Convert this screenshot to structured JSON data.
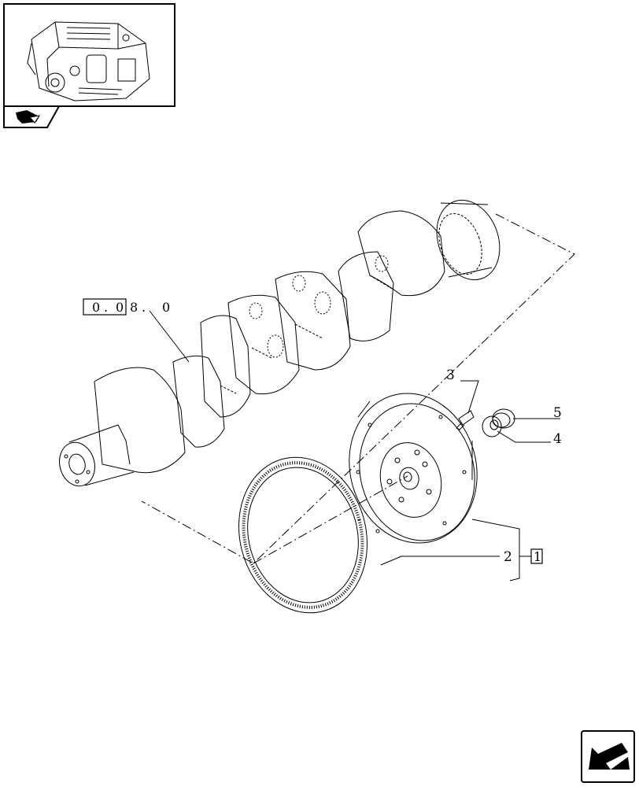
{
  "thumbnail": {
    "icon": "engine-thumbnail"
  },
  "nav": {
    "back_icon": "book-arrow-icon",
    "next_icon": "next-page-arrow-icon"
  },
  "reference": {
    "boxed_digits": [
      "0",
      "0"
    ],
    "separator": ".",
    "digit": "8",
    "suffix": "0"
  },
  "callouts": {
    "item2": "2",
    "item2_box": "1",
    "item3": "3",
    "item4": "4",
    "item5": "5"
  },
  "parts": {
    "crankshaft": "crankshaft-drawing",
    "flywheel": "flywheel-drawing",
    "ring_gear": "ring-gear-drawing",
    "bolt": "bolt-drawing",
    "cap_plug": "cap-drawing",
    "washer": "washer-drawing"
  }
}
